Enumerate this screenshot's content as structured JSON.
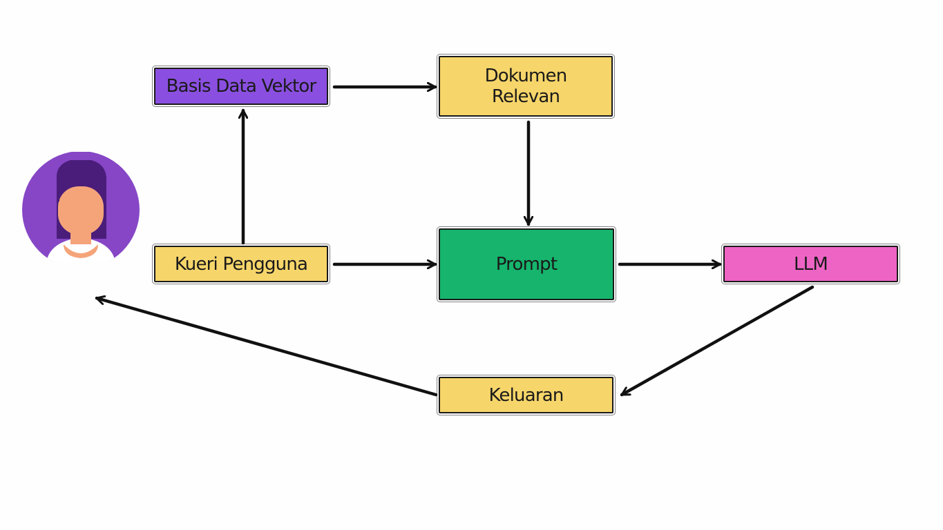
{
  "nodes": {
    "vector_db": "Basis Data Vektor",
    "relevant_docs": "Dokumen\nRelevan",
    "user_query": "Kueri Pengguna",
    "prompt": "Prompt",
    "llm": "LLM",
    "output": "Keluaran"
  },
  "colors": {
    "vector_db": "#8a4fe0",
    "relevant_docs": "#f6d56a",
    "user_query": "#f6d56a",
    "prompt": "#16b46c",
    "llm": "#ee64c4",
    "output": "#f6d56a",
    "avatar_bg": "#8646c6",
    "arrow": "#111111"
  },
  "icons": {
    "user": "user-avatar-icon"
  }
}
